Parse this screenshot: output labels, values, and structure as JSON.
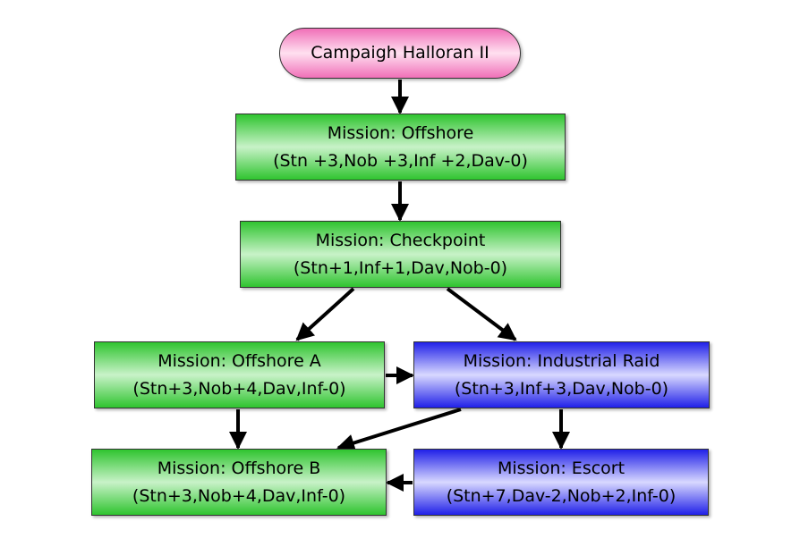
{
  "start": {
    "label": "Campaigh Halloran II"
  },
  "nodes": {
    "offshore": {
      "title": "Mission: Offshore",
      "stats": "(Stn +3,Nob +3,Inf +2,Dav-0)"
    },
    "checkpoint": {
      "title": "Mission: Checkpoint",
      "stats": "(Stn+1,Inf+1,Dav,Nob-0)"
    },
    "offshore_a": {
      "title": "Mission: Offshore A",
      "stats": "(Stn+3,Nob+4,Dav,Inf-0)"
    },
    "industrial_raid": {
      "title": "Mission: Industrial Raid",
      "stats": "(Stn+3,Inf+3,Dav,Nob-0)"
    },
    "offshore_b": {
      "title": "Mission: Offshore B",
      "stats": "(Stn+3,Nob+4,Dav,Inf-0)"
    },
    "escort": {
      "title": "Mission: Escort",
      "stats": "(Stn+7,Dav-2,Nob+2,Inf-0)"
    }
  },
  "colors": {
    "green": "#2fc42f",
    "blue": "#2020e8",
    "pink": "#f070b8"
  }
}
